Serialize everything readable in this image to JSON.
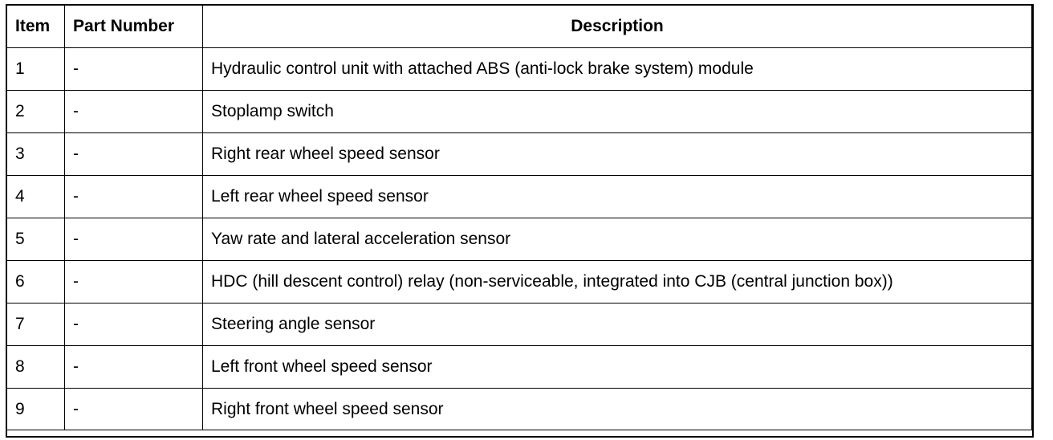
{
  "table": {
    "headers": {
      "item": "Item",
      "part_number": "Part Number",
      "description": "Description"
    },
    "rows": [
      {
        "item": "1",
        "part_number": "-",
        "description": "Hydraulic control unit with attached ABS (anti-lock brake system) module"
      },
      {
        "item": "2",
        "part_number": "-",
        "description": "Stoplamp switch"
      },
      {
        "item": "3",
        "part_number": "-",
        "description": "Right rear wheel speed sensor"
      },
      {
        "item": "4",
        "part_number": "-",
        "description": "Left rear wheel speed sensor"
      },
      {
        "item": "5",
        "part_number": "-",
        "description": "Yaw rate and lateral acceleration sensor"
      },
      {
        "item": "6",
        "part_number": "-",
        "description": "HDC (hill descent control) relay (non-serviceable, integrated into CJB (central junction box))"
      },
      {
        "item": "7",
        "part_number": "-",
        "description": "Steering angle sensor"
      },
      {
        "item": "8",
        "part_number": "-",
        "description": "Left front wheel speed sensor"
      },
      {
        "item": "9",
        "part_number": "-",
        "description": "Right front wheel speed sensor"
      }
    ]
  }
}
